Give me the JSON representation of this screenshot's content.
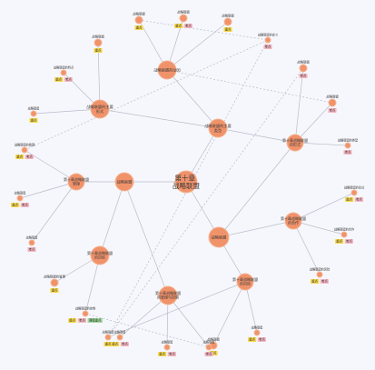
{
  "colors": {
    "background": "#f6f7fc",
    "node": "#f0926a",
    "node_border": "#f5b594",
    "edge": "#b8bccb",
    "tag_yellow": "#f7d94c",
    "tag_pink": "#f6b7c2",
    "tag_green": "#9ed89a"
  },
  "nodes": [
    {
      "id": "center",
      "label": "第十章 战略联盟"
    },
    {
      "id": "n_top",
      "label": "战略联盟的动因"
    },
    {
      "id": "n_type",
      "label": "战略联盟的主要类型"
    },
    {
      "id": "n_form",
      "label": "战略联盟的主要形式"
    },
    {
      "id": "n_right_a",
      "label": "第十章战略联盟的形式"
    },
    {
      "id": "n_left_mid",
      "label": "战略联盟"
    },
    {
      "id": "n_left_a",
      "label": "第十章战略联盟管理"
    },
    {
      "id": "n_left_b",
      "label": "第十章战略联盟的目标"
    },
    {
      "id": "n_bottom",
      "label": "第十章战略联盟的管理与控制"
    },
    {
      "id": "n_south",
      "label": "战略联盟"
    },
    {
      "id": "n_right_b",
      "label": "第十章战略联盟的合作"
    },
    {
      "id": "n_right_c",
      "label": "第十章战略联盟的风险"
    },
    {
      "id": "l_t1",
      "label": "战略联盟"
    },
    {
      "id": "l_t2",
      "label": "战略联盟"
    },
    {
      "id": "l_t3",
      "label": "战略联盟"
    },
    {
      "id": "l_t4",
      "label": "战略联盟的定义"
    },
    {
      "id": "l_tl1",
      "label": "战略联盟"
    },
    {
      "id": "l_tl2",
      "label": "战略联盟的特点"
    },
    {
      "id": "l_tl3",
      "label": "战略联盟"
    },
    {
      "id": "l_r1",
      "label": "战略联盟"
    },
    {
      "id": "l_r2",
      "label": "战略联盟"
    },
    {
      "id": "l_r3",
      "label": "战略联盟的类型"
    },
    {
      "id": "l_r4",
      "label": "战略联盟的形式"
    },
    {
      "id": "l_r5",
      "label": "战略联盟的合作"
    },
    {
      "id": "l_r6",
      "label": "战略联盟的风险"
    },
    {
      "id": "l_r7",
      "label": "战略联盟"
    },
    {
      "id": "l_l1",
      "label": "战略联盟的管理"
    },
    {
      "id": "l_l2",
      "label": "战略联盟"
    },
    {
      "id": "l_l3",
      "label": "战略联盟"
    },
    {
      "id": "l_b1",
      "label": "战略联盟的管理"
    },
    {
      "id": "l_b2",
      "label": "战略联盟的控制"
    },
    {
      "id": "l_b3",
      "label": "战略联盟"
    },
    {
      "id": "l_b4",
      "label": "战略联盟"
    },
    {
      "id": "l_b5",
      "label": "战略联盟"
    },
    {
      "id": "l_b6",
      "label": "战略联盟"
    },
    {
      "id": "l_b7",
      "label": "战略联盟"
    }
  ],
  "edges": [
    {
      "from": "center",
      "to": "n_type"
    },
    {
      "from": "center",
      "to": "n_left_mid"
    },
    {
      "from": "center",
      "to": "n_south"
    },
    {
      "from": "n_type",
      "to": "n_top"
    },
    {
      "from": "n_type",
      "to": "n_form"
    },
    {
      "from": "n_type",
      "to": "n_right_a"
    },
    {
      "from": "n_top",
      "to": "l_t1"
    },
    {
      "from": "n_top",
      "to": "l_t2"
    },
    {
      "from": "n_top",
      "to": "l_t3"
    },
    {
      "from": "n_form",
      "to": "l_tl1"
    },
    {
      "from": "n_form",
      "to": "l_tl2"
    },
    {
      "from": "n_form",
      "to": "l_tl3"
    },
    {
      "from": "n_right_a",
      "to": "l_r1"
    },
    {
      "from": "n_right_a",
      "to": "l_r2"
    },
    {
      "from": "n_right_a",
      "to": "l_r3"
    },
    {
      "from": "n_left_mid",
      "to": "n_left_a"
    },
    {
      "from": "n_left_mid",
      "to": "n_left_b"
    },
    {
      "from": "n_left_mid",
      "to": "n_bottom"
    },
    {
      "from": "n_left_a",
      "to": "l_l1"
    },
    {
      "from": "n_left_a",
      "to": "l_l2"
    },
    {
      "from": "n_left_a",
      "to": "l_l3"
    },
    {
      "from": "n_left_b",
      "to": "l_b1"
    },
    {
      "from": "n_left_b",
      "to": "l_b2"
    },
    {
      "from": "n_bottom",
      "to": "l_b3"
    },
    {
      "from": "n_bottom",
      "to": "l_b4"
    },
    {
      "from": "n_south",
      "to": "n_right_b"
    },
    {
      "from": "n_south",
      "to": "n_right_c"
    },
    {
      "from": "n_south",
      "to": "n_right_a"
    },
    {
      "from": "n_right_b",
      "to": "l_r4"
    },
    {
      "from": "n_right_b",
      "to": "l_r5"
    },
    {
      "from": "n_right_b",
      "to": "l_r6"
    },
    {
      "from": "n_right_c",
      "to": "l_r7"
    },
    {
      "from": "n_right_c",
      "to": "l_b5"
    },
    {
      "from": "n_right_c",
      "to": "l_b6"
    },
    {
      "from": "n_bottom",
      "to": "l_b7"
    },
    {
      "from": "l_t1",
      "to": "l_t4",
      "dashed": true
    },
    {
      "from": "l_t4",
      "to": "l_b6",
      "dashed": true
    },
    {
      "from": "l_t4",
      "to": "l_l1",
      "dashed": true
    },
    {
      "from": "n_top",
      "to": "l_r2",
      "dashed": true
    },
    {
      "from": "l_b2",
      "to": "l_b7",
      "dashed": true
    },
    {
      "from": "l_r1",
      "to": "l_b6",
      "dashed": true
    }
  ],
  "tags": [
    {
      "node": "l_t1",
      "items": [
        {
          "text": "重点",
          "color": "yellow"
        }
      ]
    },
    {
      "node": "l_t2",
      "items": [
        {
          "text": "重点",
          "color": "yellow"
        },
        {
          "text": "考点",
          "color": "pink"
        }
      ]
    },
    {
      "node": "l_t3",
      "items": [
        {
          "text": "重点",
          "color": "yellow"
        }
      ]
    },
    {
      "node": "l_t4",
      "items": [
        {
          "text": "考点",
          "color": "pink"
        }
      ]
    },
    {
      "node": "l_tl1",
      "items": [
        {
          "text": "重点",
          "color": "yellow"
        }
      ]
    },
    {
      "node": "l_tl2",
      "items": [
        {
          "text": "重点",
          "color": "yellow"
        },
        {
          "text": "考点",
          "color": "pink"
        }
      ]
    },
    {
      "node": "l_tl3",
      "items": [
        {
          "text": "重点",
          "color": "yellow"
        }
      ]
    },
    {
      "node": "l_r1",
      "items": [
        {
          "text": "考点",
          "color": "pink"
        }
      ]
    },
    {
      "node": "l_r2",
      "items": [
        {
          "text": "考点",
          "color": "pink"
        }
      ]
    },
    {
      "node": "l_r3",
      "items": [
        {
          "text": "考点",
          "color": "pink"
        }
      ]
    },
    {
      "node": "l_r4",
      "items": [
        {
          "text": "重点",
          "color": "yellow"
        },
        {
          "text": "考点",
          "color": "pink"
        }
      ]
    },
    {
      "node": "l_r5",
      "items": [
        {
          "text": "重点",
          "color": "yellow"
        },
        {
          "text": "考点",
          "color": "pink"
        }
      ]
    },
    {
      "node": "l_r6",
      "items": [
        {
          "text": "重点",
          "color": "yellow"
        },
        {
          "text": "考点",
          "color": "pink"
        }
      ]
    },
    {
      "node": "l_r7",
      "items": [
        {
          "text": "重点",
          "color": "yellow"
        },
        {
          "text": "考点",
          "color": "pink"
        }
      ]
    },
    {
      "node": "l_l1",
      "items": [
        {
          "text": "重点",
          "color": "yellow"
        },
        {
          "text": "考点",
          "color": "pink"
        }
      ]
    },
    {
      "node": "l_l2",
      "items": [
        {
          "text": "重点",
          "color": "yellow"
        },
        {
          "text": "考点",
          "color": "pink"
        }
      ]
    },
    {
      "node": "l_l3",
      "items": [
        {
          "text": "考点",
          "color": "pink"
        }
      ]
    },
    {
      "node": "l_b1",
      "items": [
        {
          "text": "重点",
          "color": "yellow"
        }
      ]
    },
    {
      "node": "l_b2",
      "items": [
        {
          "text": "重点",
          "color": "yellow"
        },
        {
          "text": "考点",
          "color": "pink"
        },
        {
          "text": "课程重点",
          "color": "green"
        }
      ]
    },
    {
      "node": "l_b3",
      "items": [
        {
          "text": "重点",
          "color": "yellow"
        },
        {
          "text": "考点",
          "color": "pink"
        }
      ]
    },
    {
      "node": "l_b4",
      "items": [
        {
          "text": "重点",
          "color": "yellow"
        },
        {
          "text": "考点",
          "color": "pink"
        }
      ]
    },
    {
      "node": "l_b5",
      "items": [
        {
          "text": "重点",
          "color": "yellow"
        }
      ]
    },
    {
      "node": "l_b6",
      "items": [
        {
          "text": "重点",
          "color": "yellow"
        }
      ]
    },
    {
      "node": "l_b7",
      "items": [
        {
          "text": "考点",
          "color": "pink"
        }
      ]
    }
  ]
}
